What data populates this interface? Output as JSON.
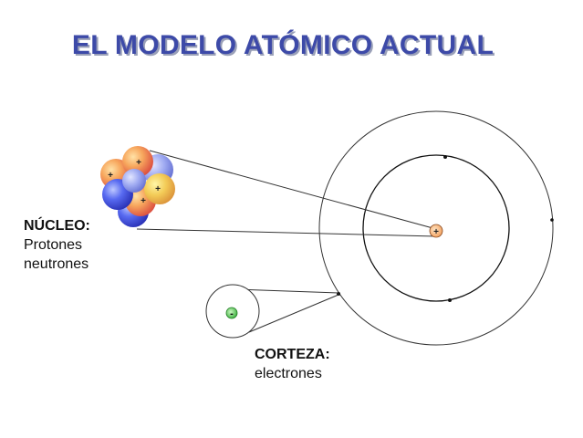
{
  "title": "EL MODELO ATÓMICO ACTUAL",
  "nucleus": {
    "heading": "NÚCLEO:",
    "line1": "Protones",
    "line2": "neutrones"
  },
  "cortex": {
    "heading": "CORTEZA:",
    "line1": "electrones"
  },
  "symbols": {
    "proton": "+",
    "electron": "-"
  },
  "colors": {
    "title": "#3d4aa8",
    "proton": "#f08a45",
    "neutron": "#3b4fe0",
    "electron": "#34c23a",
    "line": "#333333"
  }
}
